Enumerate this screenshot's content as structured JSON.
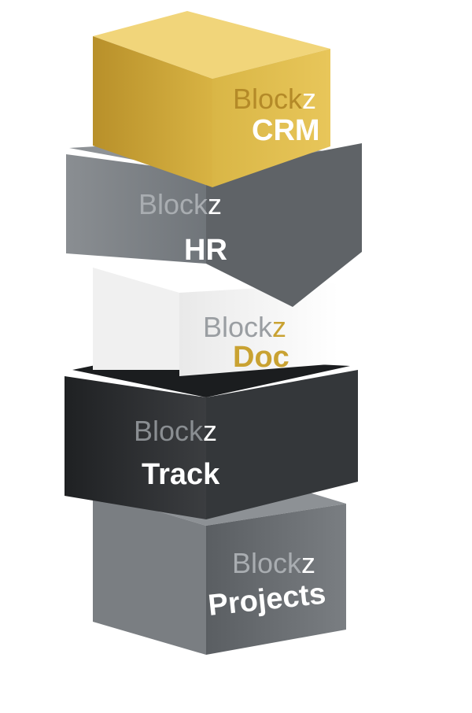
{
  "blocks": [
    {
      "id": "crm",
      "prefix": "Block",
      "suffix": "z",
      "product": "CRM",
      "colors": {
        "face": "#c9a232",
        "side": "#e0bd49",
        "top": "#f2d77c",
        "prefix": "#b48a28",
        "suffix": "#ffffff",
        "product": "#ffffff"
      }
    },
    {
      "id": "hr",
      "prefix": "Block",
      "suffix": "z",
      "product": "HR",
      "colors": {
        "face": "#6d7175",
        "side": "#5d6165",
        "top": "#8d9195",
        "prefix": "#a9adb1",
        "suffix": "#ffffff",
        "product": "#ffffff"
      }
    },
    {
      "id": "doc",
      "prefix": "Block",
      "suffix": "z",
      "product": "Doc",
      "colors": {
        "face": "#f7f7f7",
        "side": "#e6e6e6",
        "top": "#ffffff",
        "prefix": "#9a9ea2",
        "suffix": "#c9a232",
        "product": "#c9a232"
      }
    },
    {
      "id": "track",
      "prefix": "Block",
      "suffix": "z",
      "product": "Track",
      "colors": {
        "face": "#2b2d2f",
        "side": "#3a3c3e",
        "top": "#1d1f21",
        "prefix": "#8a8e92",
        "suffix": "#ffffff",
        "product": "#ffffff"
      }
    },
    {
      "id": "projects",
      "prefix": "Block",
      "suffix": "z",
      "product": "Projects",
      "colors": {
        "face": "#676b6f",
        "side": "#4f5357",
        "top": "#8a8e92",
        "prefix": "#a9adb1",
        "suffix": "#ffffff",
        "product": "#ffffff"
      }
    }
  ]
}
